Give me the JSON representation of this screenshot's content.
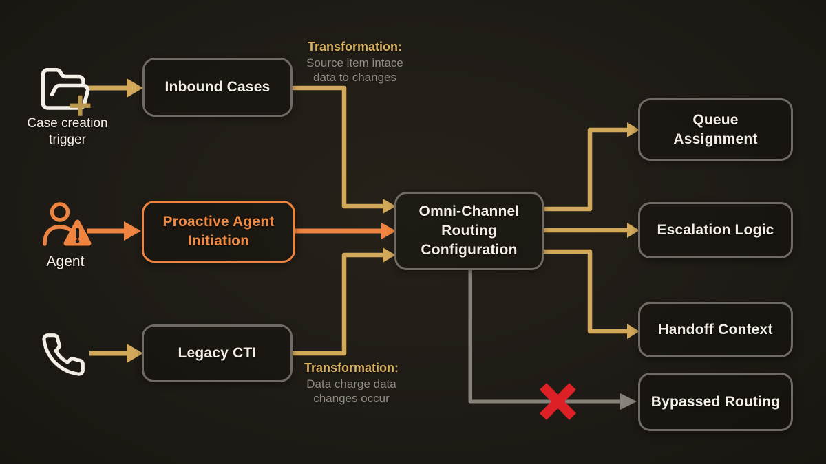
{
  "colors": {
    "background": "#1f1b16",
    "gold": "#d2a85a",
    "orange": "#ef8440",
    "gray_border": "#6f6b64",
    "gray_line": "#86827a",
    "text_white": "#f3efe6",
    "text_gray": "#8f8c84",
    "red_x": "#dd2026"
  },
  "nodes": {
    "inbound_cases": {
      "label": "Inbound Cases"
    },
    "proactive_agent": {
      "label": "Proactive Agent Initiation"
    },
    "legacy_cti": {
      "label": "Legacy CTI"
    },
    "omni_channel": {
      "label": "Omni-Channel Routing Configuration"
    },
    "queue_assignment": {
      "label": "Queue Assignment"
    },
    "escalation_logic": {
      "label": "Escalation Logic"
    },
    "handoff_context": {
      "label": "Handoff Context"
    },
    "bypassed_routing": {
      "label": "Bypassed Routing"
    }
  },
  "sources": {
    "case_trigger": {
      "label": "Case creation trigger",
      "icon": "folder-plus-icon"
    },
    "agent": {
      "label": "Agent",
      "icon": "user-warning-icon"
    },
    "phone": {
      "icon": "phone-icon"
    }
  },
  "annotations": {
    "transformation_top": {
      "title": "Transformation:",
      "body": "Source item intace data to changes"
    },
    "transformation_bottom": {
      "title": "Transformation:",
      "body": "Data charge data changes occur"
    }
  },
  "connections": [
    {
      "from": "case_trigger",
      "to": "inbound_cases",
      "style": "gold-arrow"
    },
    {
      "from": "agent",
      "to": "proactive_agent",
      "style": "orange-arrow"
    },
    {
      "from": "phone",
      "to": "legacy_cti",
      "style": "gold-arrow"
    },
    {
      "from": "inbound_cases",
      "to": "omni_channel",
      "style": "gold-arrow",
      "annotation": "transformation_top"
    },
    {
      "from": "proactive_agent",
      "to": "omni_channel",
      "style": "orange-arrow"
    },
    {
      "from": "legacy_cti",
      "to": "omni_channel",
      "style": "gold-arrow",
      "annotation": "transformation_bottom"
    },
    {
      "from": "omni_channel",
      "to": "queue_assignment",
      "style": "gold-arrow"
    },
    {
      "from": "omni_channel",
      "to": "escalation_logic",
      "style": "gold-arrow"
    },
    {
      "from": "omni_channel",
      "to": "handoff_context",
      "style": "gold-arrow"
    },
    {
      "from": "omni_channel",
      "to": "bypassed_routing",
      "style": "gray-arrow",
      "marker": "red-x-blocked"
    }
  ]
}
